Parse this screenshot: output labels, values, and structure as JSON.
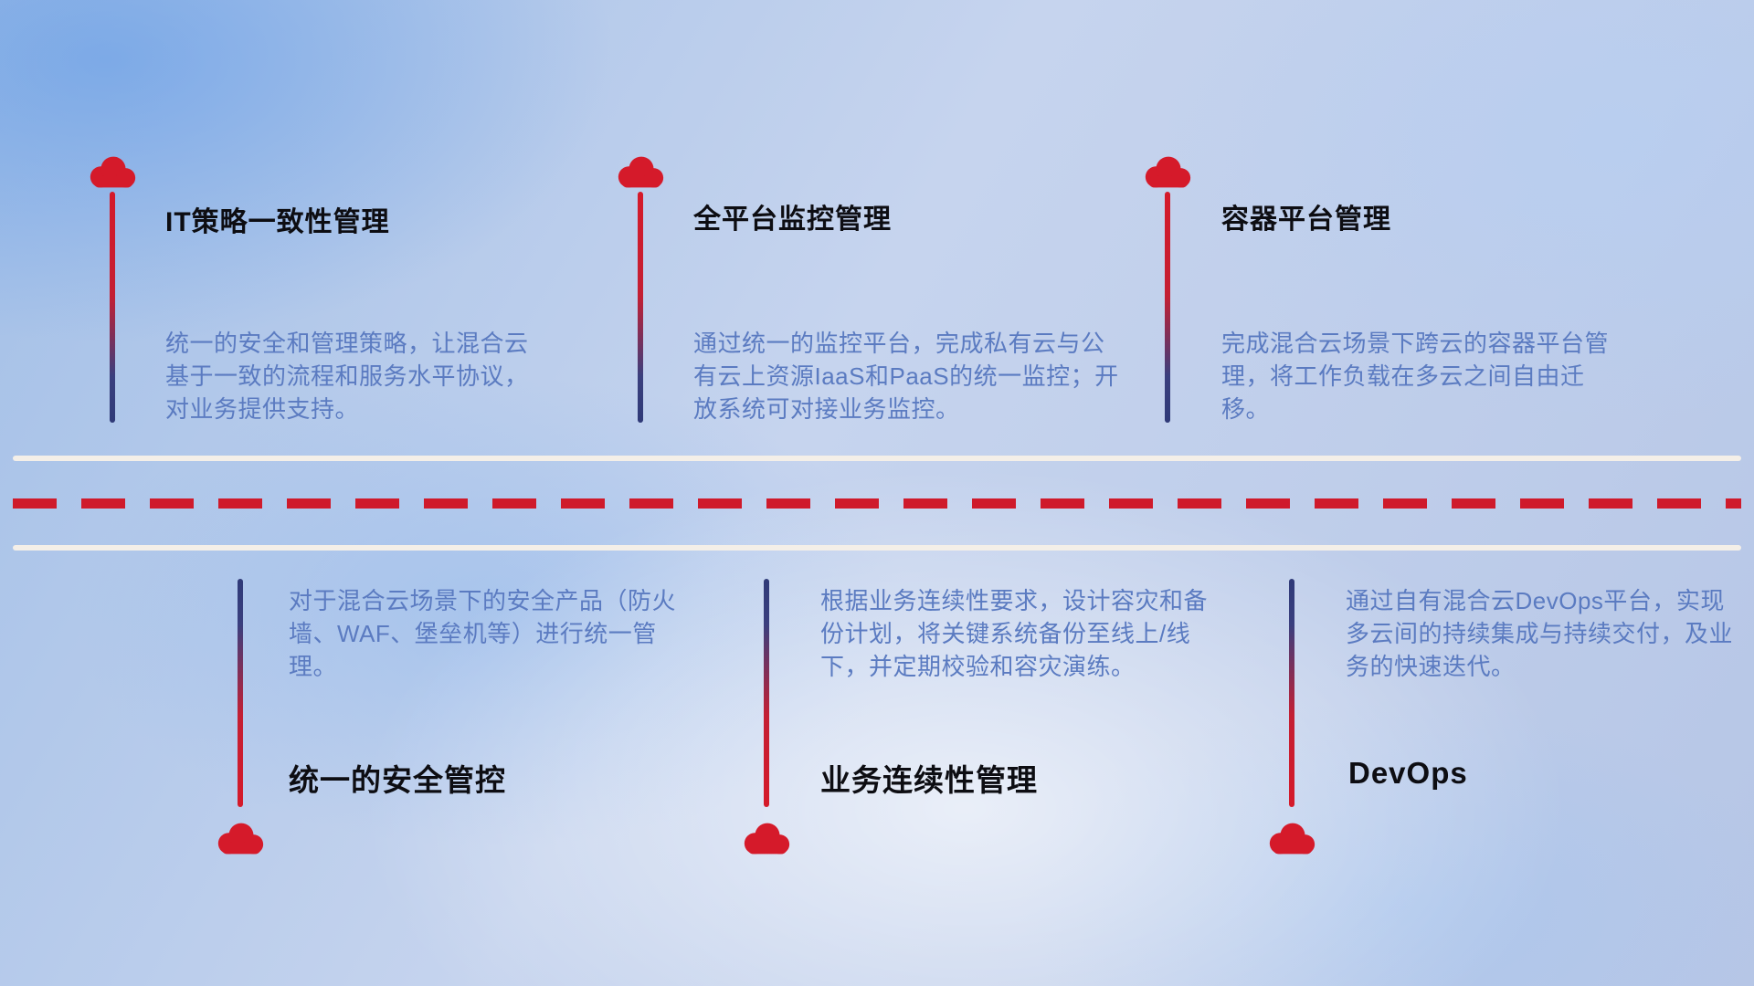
{
  "diagram": {
    "theme": "hybrid-cloud-capabilities-timeline",
    "colors": {
      "cloud_red": "#d51a2a",
      "stem_navy": "#2f3a78",
      "dashed_line_red": "#cf1a2b",
      "solid_line_white": "#f4efe8",
      "title_black": "#0d0d12",
      "description_blue": "#5b7bc1",
      "background_blue": "#b6c6e6"
    },
    "top_items": [
      {
        "title": "IT策略一致性管理",
        "desc": "统一的安全和管理策略，让混合云基于一致的流程和服务水平协议，对业务提供支持。"
      },
      {
        "title": "全平台监控管理",
        "desc": "通过统一的监控平台，完成私有云与公有云上资源IaaS和PaaS的统一监控；开放系统可对接业务监控。"
      },
      {
        "title": "容器平台管理",
        "desc": "完成混合云场景下跨云的容器平台管理，将工作负载在多云之间自由迁移。"
      }
    ],
    "bottom_items": [
      {
        "title": "统一的安全管控",
        "desc": "对于混合云场景下的安全产品（防火墙、WAF、堡垒机等）进行统一管理。"
      },
      {
        "title": "业务连续性管理",
        "desc": "根据业务连续性要求，设计容灾和备份计划，将关键系统备份至线上/线下，并定期校验和容灾演练。"
      },
      {
        "title": "DevOps",
        "desc": "通过自有混合云DevOps平台，实现多云间的持续集成与持续交付，及业务的快速迭代。"
      }
    ]
  }
}
